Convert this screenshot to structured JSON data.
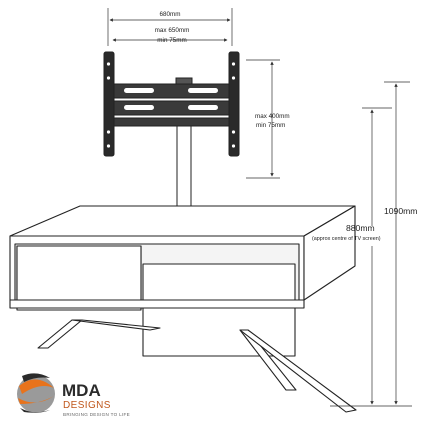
{
  "dimensions": {
    "overall_width": "680mm",
    "bracket_h_max": "max 650mm",
    "bracket_h_min": "min 75mm",
    "bracket_v_max": "max 400mm",
    "bracket_v_min": "min 75mm",
    "screen_centre_height": "880mm",
    "screen_centre_note": "(approx centre of TV screen)",
    "total_height": "1090mm"
  },
  "logo": {
    "name": "MDA",
    "sub": "DESIGNS",
    "tagline": "BRINGING DESIGN TO LIFE",
    "colors": {
      "orange": "#e8731c",
      "dark": "#2b2b2b",
      "grey": "#9a9a9a"
    }
  }
}
